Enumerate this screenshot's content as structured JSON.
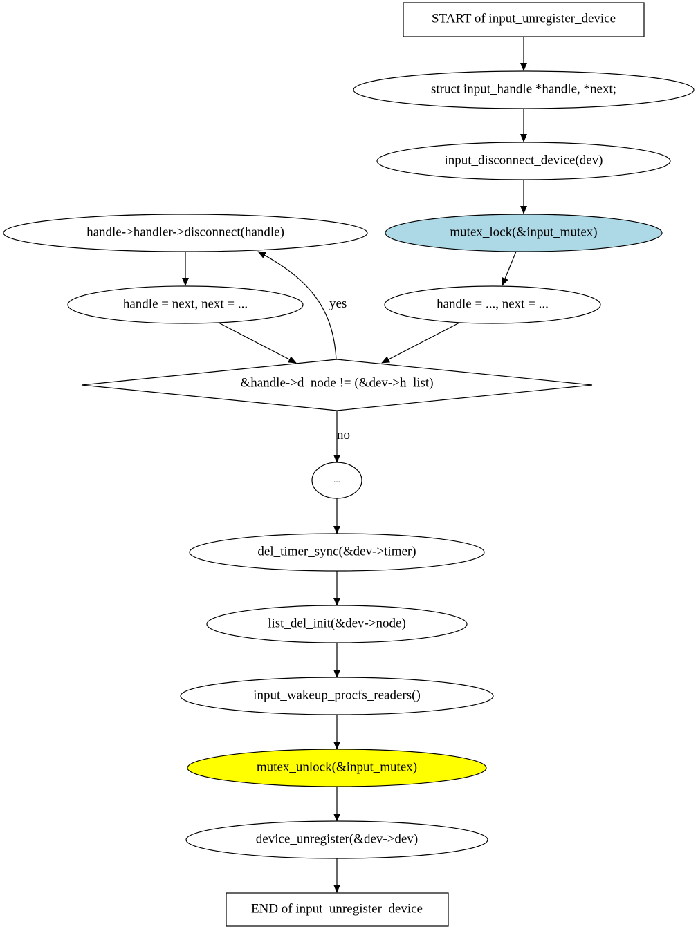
{
  "nodes": {
    "start": {
      "label": "START of input_unregister_device",
      "shape": "box"
    },
    "decl": {
      "label": "struct input_handle *handle, *next;",
      "shape": "ellipse"
    },
    "disconnect_device": {
      "label": "input_disconnect_device(dev)",
      "shape": "ellipse"
    },
    "mutex_lock": {
      "label": "mutex_lock(&input_mutex)",
      "shape": "ellipse",
      "fill": "#add8e6"
    },
    "handler_disconnect": {
      "label": "handle->handler->disconnect(handle)",
      "shape": "ellipse"
    },
    "handle_next": {
      "label": "handle = next, next = ...",
      "shape": "ellipse"
    },
    "handle_init": {
      "label": "handle = ..., next = ...",
      "shape": "ellipse"
    },
    "loop_cond": {
      "label": "&handle->d_node != (&dev->h_list)",
      "shape": "diamond"
    },
    "ellipsis": {
      "label": "...",
      "shape": "ellipse"
    },
    "del_timer": {
      "label": "del_timer_sync(&dev->timer)",
      "shape": "ellipse"
    },
    "list_del": {
      "label": "list_del_init(&dev->node)",
      "shape": "ellipse"
    },
    "wakeup": {
      "label": "input_wakeup_procfs_readers()",
      "shape": "ellipse"
    },
    "mutex_unlock": {
      "label": "mutex_unlock(&input_mutex)",
      "shape": "ellipse",
      "fill": "#ffff00"
    },
    "device_unregister": {
      "label": "device_unregister(&dev->dev)",
      "shape": "ellipse"
    },
    "end": {
      "label": "END of input_unregister_device",
      "shape": "box"
    }
  },
  "edges": [
    {
      "from": "start",
      "to": "decl"
    },
    {
      "from": "decl",
      "to": "disconnect_device"
    },
    {
      "from": "disconnect_device",
      "to": "mutex_lock"
    },
    {
      "from": "mutex_lock",
      "to": "handle_init"
    },
    {
      "from": "handle_init",
      "to": "loop_cond"
    },
    {
      "from": "loop_cond",
      "to": "handler_disconnect",
      "label": "yes"
    },
    {
      "from": "handler_disconnect",
      "to": "handle_next"
    },
    {
      "from": "handle_next",
      "to": "loop_cond"
    },
    {
      "from": "loop_cond",
      "to": "ellipsis",
      "label": "no"
    },
    {
      "from": "ellipsis",
      "to": "del_timer"
    },
    {
      "from": "del_timer",
      "to": "list_del"
    },
    {
      "from": "list_del",
      "to": "wakeup"
    },
    {
      "from": "wakeup",
      "to": "mutex_unlock"
    },
    {
      "from": "mutex_unlock",
      "to": "device_unregister"
    },
    {
      "from": "device_unregister",
      "to": "end"
    }
  ],
  "edge_labels": {
    "yes": "yes",
    "no": "no"
  }
}
